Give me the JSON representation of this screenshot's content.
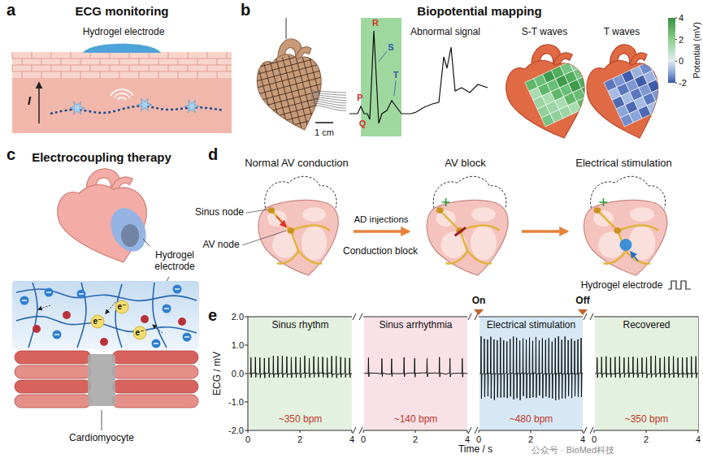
{
  "diagram": {
    "nodes": [
      {
        "text": [
          "Normal AV conduction"
        ]
      },
      {
        "text": [
          "AV block"
        ]
      },
      {
        "text": [
          "Electrical stimulation"
        ]
      },
      {
        "text": [
          "Sinus rhythm",
          "~350 bpm"
        ]
      },
      {
        "text": [
          "Sinus arrhythmia",
          "~140 bpm"
        ]
      },
      {
        "text": [
          "Electrical stimulation",
          "~480 bpm"
        ]
      },
      {
        "text": [
          "Recovered",
          "~350 bpm"
        ]
      }
    ],
    "edges": [
      {
        "from": 0,
        "to": 1,
        "arrow": "to",
        "label": "AD injections"
      },
      {
        "from": 1,
        "to": 2,
        "arrow": "to"
      }
    ],
    "labels": [
      "a",
      "ECG monitoring",
      "Hydrogel electrode",
      "I",
      "b",
      "Biopotential mapping",
      "1 cm",
      "R",
      "S",
      "P",
      "Q",
      "T",
      "Abnormal signal",
      "S-T waves",
      "T waves",
      "4",
      "2",
      "0",
      "-2",
      "Potential (mV)",
      "c",
      "Electrocoupling therapy",
      "Hydrogel electrode",
      "e⁻",
      "e⁻",
      "e⁻",
      "Cardiomyocyte",
      "d",
      "Sinus node",
      "AV node",
      "Conduction block",
      "Hydrogel electrode",
      "e",
      "ECG / mV",
      "2.0",
      "1.0",
      "0.0",
      "-1.0",
      "-2.0",
      "On",
      "Off",
      "0",
      "2",
      "4",
      "0",
      "2",
      "4",
      "0",
      "2",
      "4",
      "0",
      "2",
      "4",
      "Time / s",
      "公众号 · BioMed科技"
    ]
  }
}
